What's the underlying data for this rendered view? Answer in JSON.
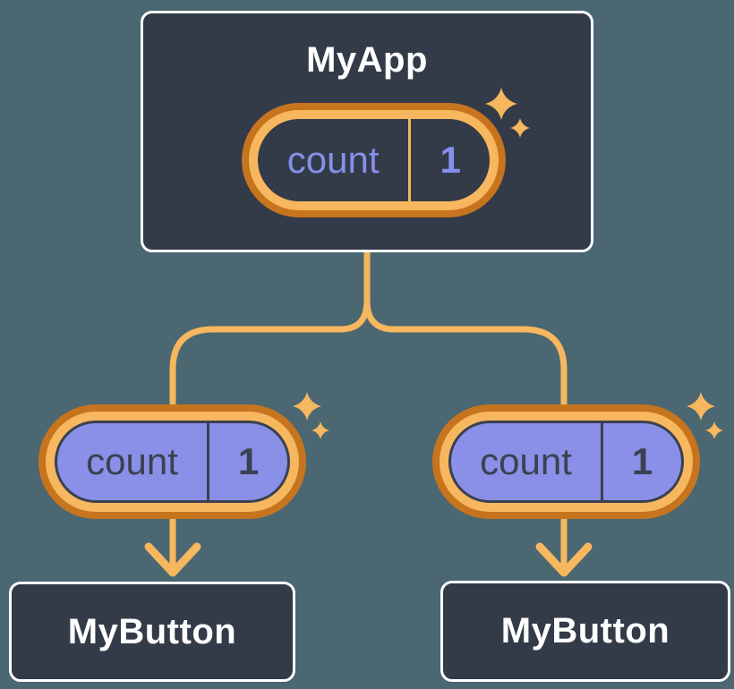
{
  "colors": {
    "background": "#4a6772",
    "card": "#333a48",
    "card_border": "#ffffff",
    "orange_dark": "#c7741e",
    "orange_light": "#f7b75e",
    "purple_fill": "#8a8fe8",
    "purple_text": "#8590e9",
    "dark_text": "#3a4150"
  },
  "icons": {
    "sparkle": "four-point-star ✦",
    "arrow": "downward chevron arrow ↓"
  },
  "tree": {
    "root": {
      "title": "MyApp",
      "state": {
        "name": "count",
        "value": "1"
      }
    },
    "children": [
      {
        "title": "MyButton",
        "state": {
          "name": "count",
          "value": "1"
        }
      },
      {
        "title": "MyButton",
        "state": {
          "name": "count",
          "value": "1"
        }
      }
    ]
  }
}
